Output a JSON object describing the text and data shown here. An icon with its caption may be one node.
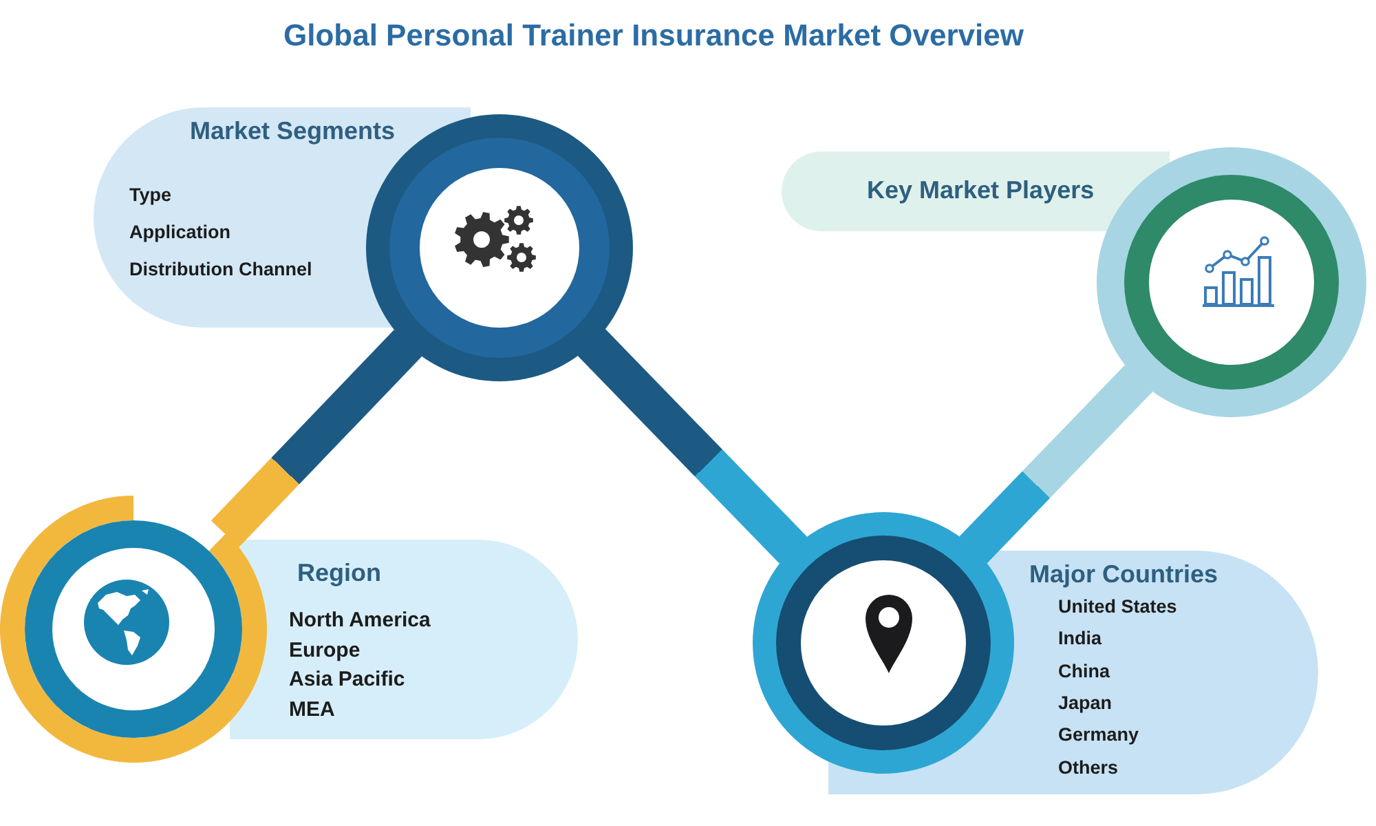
{
  "diagram": {
    "title": "Global Personal Trainer Insurance Market Overview",
    "nodes": [
      {
        "text": [
          "Market Segments",
          "Type",
          "Application",
          "Distribution Channel"
        ]
      },
      {
        "text": [],
        "shape": "circle"
      },
      {
        "text": [
          "Key Market Players"
        ]
      },
      {
        "text": [],
        "shape": "circle"
      },
      {
        "text": [],
        "shape": "circle"
      },
      {
        "text": [
          "Region",
          "North America",
          "Europe",
          "Asia Pacific",
          "MEA"
        ]
      },
      {
        "text": [],
        "shape": "circle"
      },
      {
        "text": [
          "Major Countries",
          "United States",
          "India",
          "China",
          "Japan",
          "Germany",
          "Others"
        ]
      }
    ],
    "edges": [
      {
        "from": 1,
        "to": 4,
        "arrow": "none"
      },
      {
        "from": 1,
        "to": 6,
        "arrow": "none"
      },
      {
        "from": 6,
        "to": 3,
        "arrow": "none"
      }
    ]
  }
}
